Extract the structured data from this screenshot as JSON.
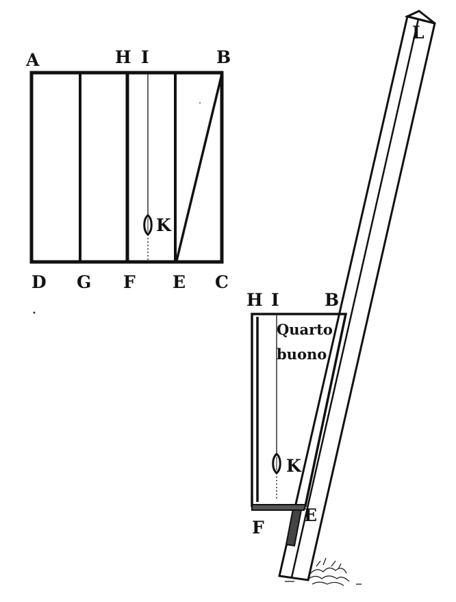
{
  "figure_top": {
    "corner_labels": {
      "a": "A",
      "b": "B",
      "c": "C",
      "d": "D"
    },
    "top_labels": {
      "h": "H",
      "i": "I"
    },
    "bottom_labels": {
      "g": "G",
      "f": "F",
      "e": "E"
    },
    "plumb_label": "K"
  },
  "figure_bottom": {
    "top_labels": {
      "h": "H",
      "i": "I",
      "b": "B"
    },
    "note_line_1": "Quarto",
    "note_line_2": "buono",
    "plumb_label": "K",
    "bottom_labels": {
      "f": "F",
      "e": "E"
    },
    "rod_label": "L"
  },
  "colors": {
    "ink": "#111111",
    "paper": "#ffffff"
  }
}
